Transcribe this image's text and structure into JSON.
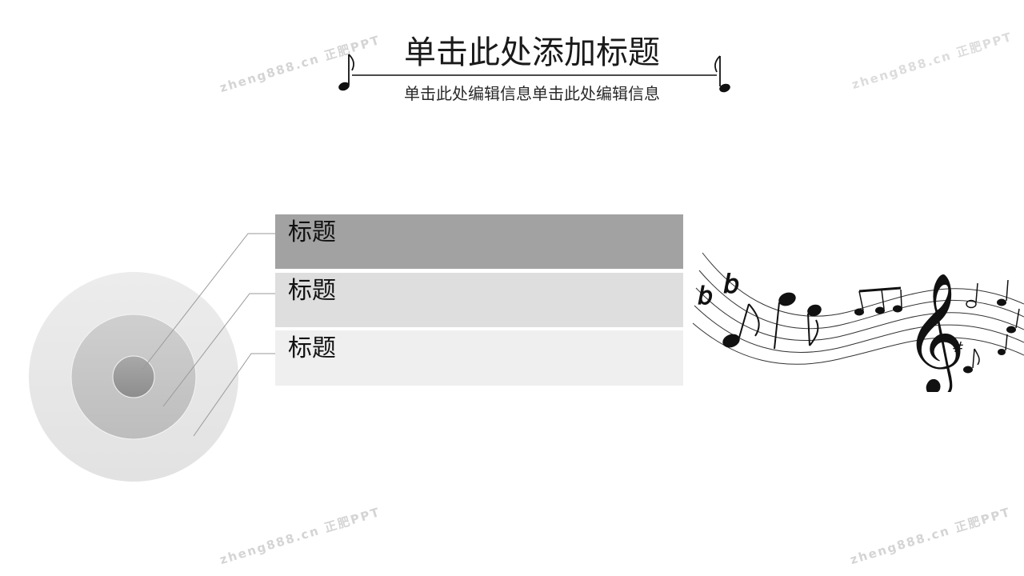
{
  "slide": {
    "title": "单击此处添加标题",
    "subtitle": "单击此处编辑信息单击此处编辑信息"
  },
  "bars": [
    {
      "label": "标题",
      "color": "#a2a2a2"
    },
    {
      "label": "标题",
      "color": "#dedede"
    },
    {
      "label": "标题",
      "color": "#efefef"
    }
  ],
  "watermarks": [
    "zheng888.cn 正肥PPT",
    "zheng888.cn 正肥PPT",
    "zheng888.cn 正肥PPT",
    "zheng888.cn 正肥PPT"
  ],
  "icons": {
    "title_decoration": "eighth-note-bracket-icon",
    "music_decoration": "treble-clef-staff-icon"
  }
}
